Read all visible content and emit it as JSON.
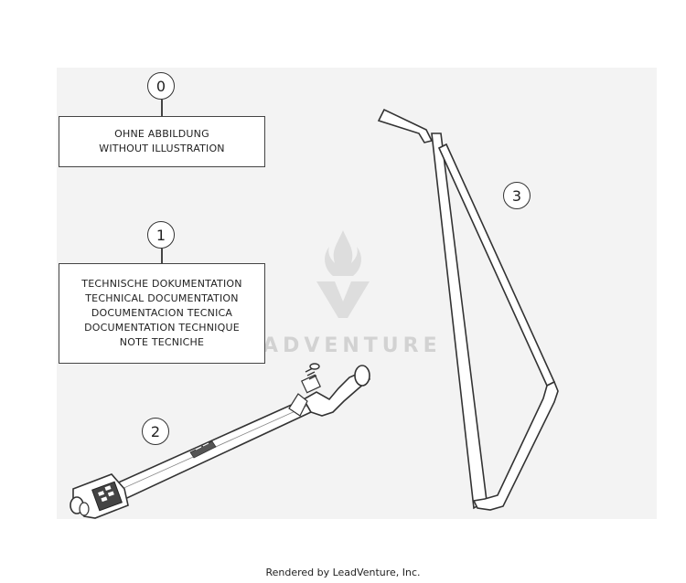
{
  "callouts": {
    "c0": "0",
    "c1": "1",
    "c2": "2",
    "c3": "3"
  },
  "box0": {
    "line1": "OHNE ABBILDUNG",
    "line2": "WITHOUT ILLUSTRATION"
  },
  "box1": {
    "line1": "TECHNISCHE DOKUMENTATION",
    "line2": "TECHNICAL DOCUMENTATION",
    "line3": "DOCUMENTACION TECNICA",
    "line4": "DOCUMENTATION TECHNIQUE",
    "line5": "NOTE TECNICHE"
  },
  "watermark": "LEADVENTURE",
  "footer": "Rendered by LeadVenture, Inc."
}
